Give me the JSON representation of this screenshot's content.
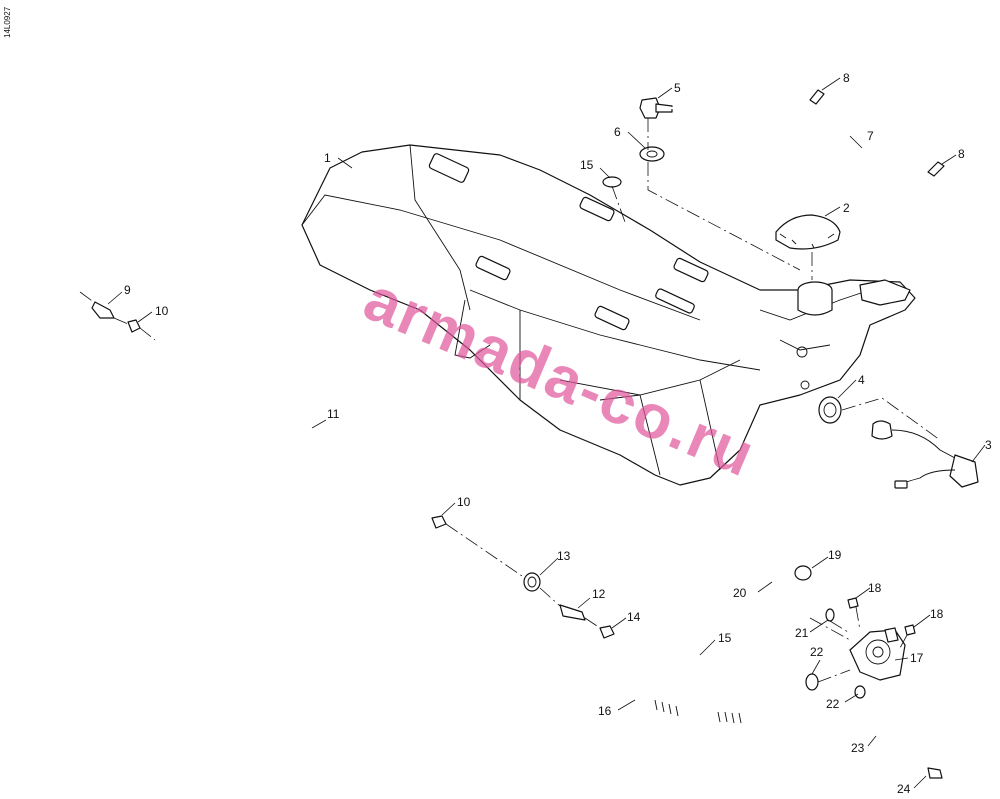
{
  "drawing_code": "14L0927",
  "watermark": "armada-co.ru",
  "callouts": [
    {
      "id": "c1",
      "label": "1"
    },
    {
      "id": "c2",
      "label": "2"
    },
    {
      "id": "c3",
      "label": "3"
    },
    {
      "id": "c4",
      "label": "4"
    },
    {
      "id": "c5",
      "label": "5"
    },
    {
      "id": "c6",
      "label": "6"
    },
    {
      "id": "c7",
      "label": "7"
    },
    {
      "id": "c8a",
      "label": "8"
    },
    {
      "id": "c8b",
      "label": "8"
    },
    {
      "id": "c9",
      "label": "9"
    },
    {
      "id": "c10a",
      "label": "10"
    },
    {
      "id": "c10b",
      "label": "10"
    },
    {
      "id": "c11",
      "label": "11"
    },
    {
      "id": "c12",
      "label": "12"
    },
    {
      "id": "c13",
      "label": "13"
    },
    {
      "id": "c14",
      "label": "14"
    },
    {
      "id": "c15a",
      "label": "15"
    },
    {
      "id": "c15b",
      "label": "15"
    },
    {
      "id": "c16",
      "label": "16"
    },
    {
      "id": "c17",
      "label": "17"
    },
    {
      "id": "c18a",
      "label": "18"
    },
    {
      "id": "c18b",
      "label": "18"
    },
    {
      "id": "c19",
      "label": "19"
    },
    {
      "id": "c20",
      "label": "20"
    },
    {
      "id": "c21",
      "label": "21"
    },
    {
      "id": "c22a",
      "label": "22"
    },
    {
      "id": "c22b",
      "label": "22"
    },
    {
      "id": "c23",
      "label": "23"
    },
    {
      "id": "c24",
      "label": "24"
    }
  ]
}
